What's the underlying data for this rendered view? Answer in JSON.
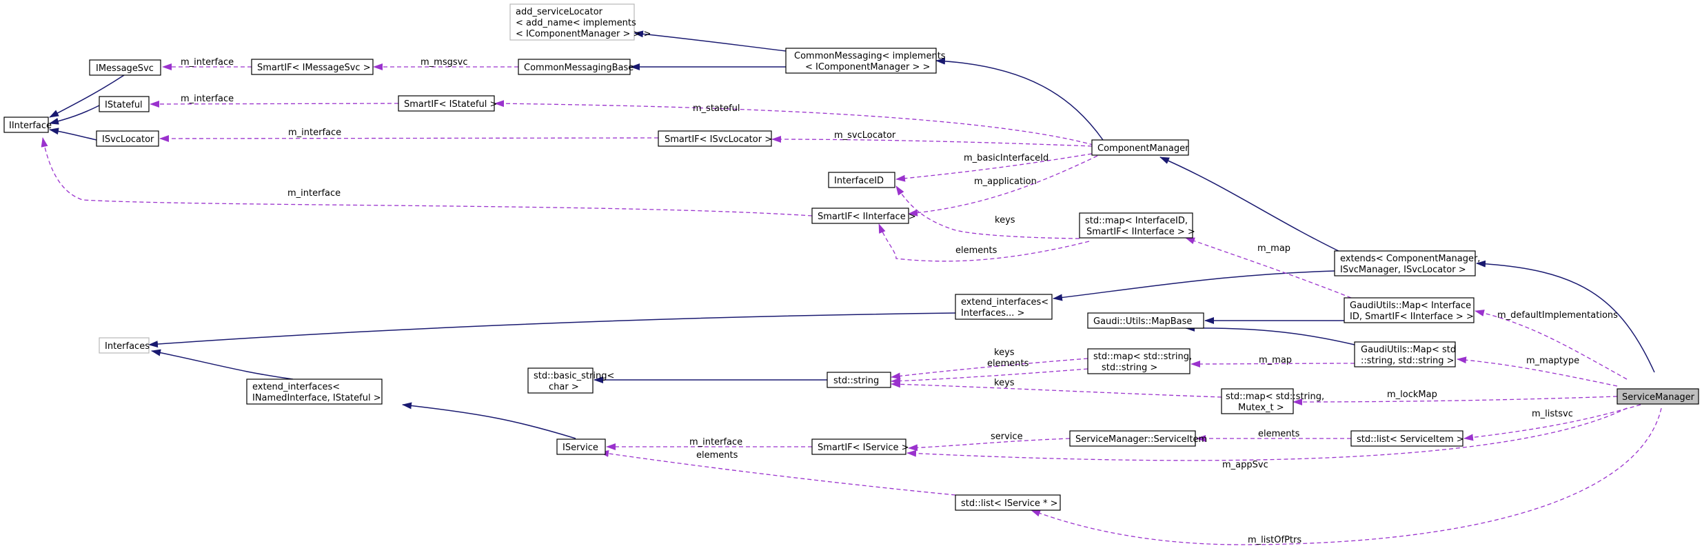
{
  "diagram": {
    "nodes": {
      "IInterface": [
        "IInterface"
      ],
      "IMessageSvc": [
        "IMessageSvc"
      ],
      "IStateful": [
        "IStateful"
      ],
      "ISvcLocator": [
        "ISvcLocator"
      ],
      "SmartIF_IMessageSvc": [
        "SmartIF< IMessageSvc >"
      ],
      "SmartIF_IStateful": [
        "SmartIF< IStateful >"
      ],
      "SmartIF_ISvcLocator": [
        "SmartIF< ISvcLocator >"
      ],
      "SmartIF_IInterface": [
        "SmartIF< IInterface >"
      ],
      "add_serviceLocator": [
        "add_serviceLocator",
        "< add_name< implements",
        "< IComponentManager > > >"
      ],
      "CommonMessagingBase": [
        "CommonMessagingBase"
      ],
      "CommonMessaging": [
        "CommonMessaging< implements",
        "< IComponentManager > >"
      ],
      "ComponentManager": [
        "ComponentManager"
      ],
      "InterfaceID": [
        "InterfaceID"
      ],
      "map_InterfaceID": [
        "std::map< InterfaceID,",
        "SmartIF< IInterface > >"
      ],
      "extends": [
        "extends< ComponentManager,",
        "ISvcManager, ISvcLocator >"
      ],
      "extend_interfaces_any": [
        "extend_interfaces<",
        "Interfaces... >"
      ],
      "GaudiUtils_Map_Interface": [
        "GaudiUtils::Map< Interface",
        "ID, SmartIF< IInterface > >"
      ],
      "Gaudi_Utils_MapBase": [
        "Gaudi::Utils::MapBase"
      ],
      "Interfaces": [
        "Interfaces"
      ],
      "GaudiUtils_Map_string": [
        "GaudiUtils::Map< std",
        "::string, std::string >"
      ],
      "map_string_string": [
        "std::map< std::string,",
        "std::string >"
      ],
      "basic_string": [
        "std::basic_string<",
        "char >"
      ],
      "std_string": [
        "std::string"
      ],
      "extend_interfaces_named": [
        "extend_interfaces<",
        "INamedInterface, IStateful >"
      ],
      "map_string_mutex": [
        "std::map< std::string,",
        "Mutex_t >"
      ],
      "ServiceManager": [
        "ServiceManager"
      ],
      "ServiceItem": [
        "ServiceManager::ServiceItem"
      ],
      "list_ServiceItem": [
        "std::list< ServiceItem >"
      ],
      "IService": [
        "IService"
      ],
      "SmartIF_IService": [
        "SmartIF< IService >"
      ],
      "list_IService_ptr": [
        "std::list< IService * >"
      ]
    },
    "edge_labels": {
      "m_interface": "m_interface",
      "m_msgsvc": "m_msgsvc",
      "m_stateful": "m_stateful",
      "m_svcLocator": "m_svcLocator",
      "m_basicInterfaceId": "m_basicInterfaceId",
      "m_application": "m_application",
      "keys": "keys",
      "elements": "elements",
      "m_map": "m_map",
      "m_defaultImplementations": "m_defaultImplementations",
      "m_maptype": "m_maptype",
      "m_lockMap": "m_lockMap",
      "m_listsvc": "m_listsvc",
      "service": "service",
      "m_appSvc": "m_appSvc",
      "m_listOfPtrs": "m_listOfPtrs"
    }
  }
}
